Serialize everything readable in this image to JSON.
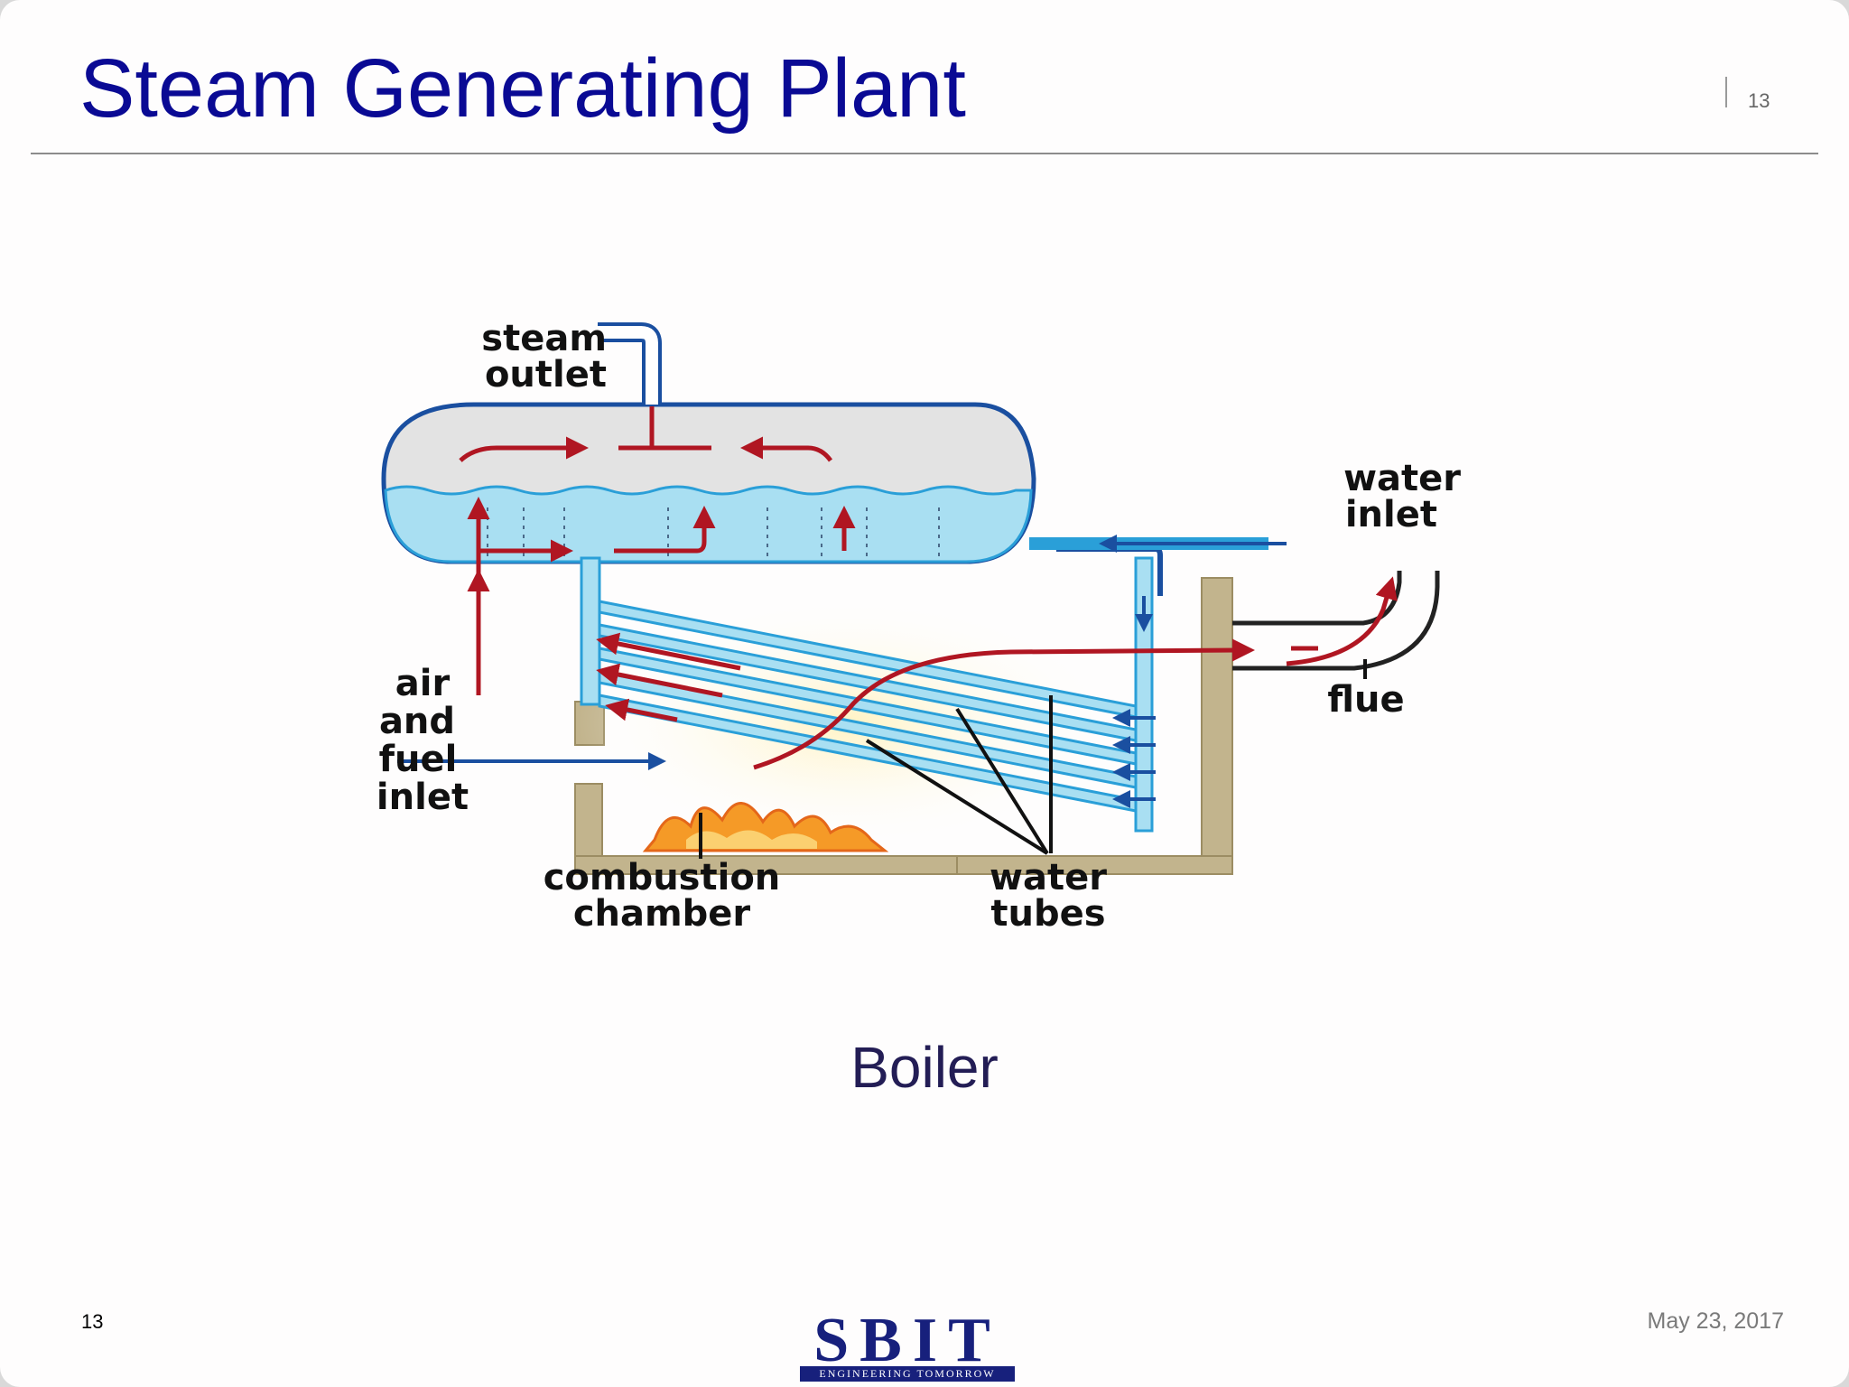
{
  "slide": {
    "title": "Steam Generating Plant",
    "page_number_top": "13",
    "page_number_bottom": "13",
    "date": "May 23, 2017",
    "caption": "Boiler"
  },
  "diagram": {
    "labels": {
      "steam_outlet_1": "steam",
      "steam_outlet_2": "outlet",
      "water_inlet_1": "water",
      "water_inlet_2": "inlet",
      "air_fuel_1": "air",
      "air_fuel_2": "and",
      "air_fuel_3": "fuel",
      "air_fuel_4": "inlet",
      "flue": "flue",
      "combustion_1": "combustion",
      "combustion_2": "chamber",
      "water_tubes_1": "water",
      "water_tubes_2": "tubes"
    },
    "colors": {
      "water": "#a9dff2",
      "tube_blue": "#2a9fd8",
      "hot_arrow": "#b01622",
      "cold_arrow": "#1a4fa0",
      "brick": "#c2b48d",
      "flame": "#f59a27",
      "steam": "#dcdcdc"
    }
  },
  "logo": {
    "text": "SBIT",
    "tagline": "ENGINEERING TOMORROW"
  }
}
